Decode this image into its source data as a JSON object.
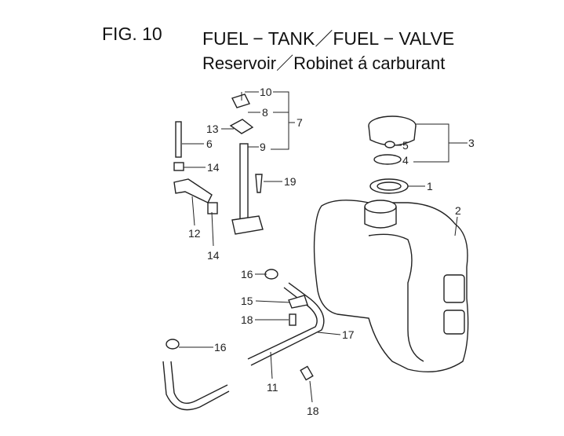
{
  "title": {
    "fig": "FIG. 10",
    "en": "FUEL − TANK／FUEL − VALVE",
    "fr": "Reservoir／Robinet á carburant"
  },
  "labels": {
    "p10": "10",
    "p8": "8",
    "p7": "7",
    "p13": "13",
    "p6": "6",
    "p9": "9",
    "p14a": "14",
    "p19": "19",
    "p12": "12",
    "p14b": "14",
    "p3": "3",
    "p5": "5",
    "p4": "4",
    "p1": "1",
    "p2": "2",
    "p16a": "16",
    "p15": "15",
    "p18a": "18",
    "p17": "17",
    "p16b": "16",
    "p11": "11",
    "p18b": "18"
  }
}
